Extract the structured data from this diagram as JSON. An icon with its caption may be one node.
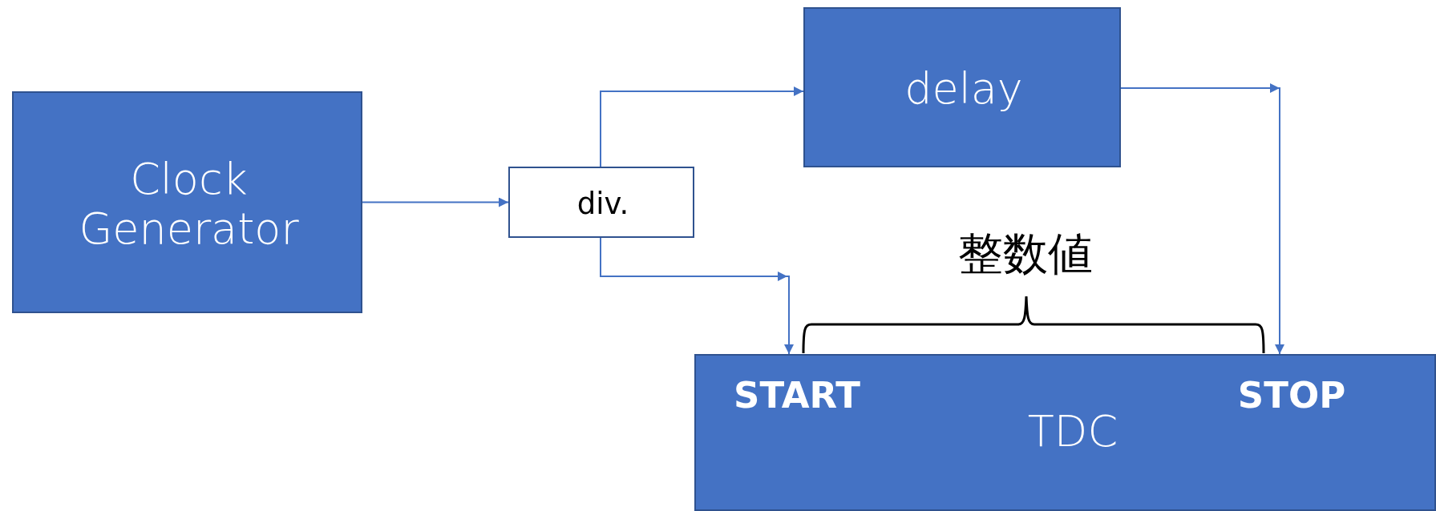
{
  "diagram": {
    "nodes": [
      {
        "text": [
          "Clock Generator"
        ]
      },
      {
        "text": [
          "div."
        ]
      },
      {
        "text": [
          "delay"
        ]
      },
      {
        "text": [
          "START",
          "STOP",
          "TDC"
        ]
      }
    ],
    "edges": [
      {
        "from": 0,
        "to": 1,
        "arrow": "to"
      },
      {
        "from": 1,
        "to": 2,
        "arrow": "to"
      },
      {
        "from": 1,
        "to": 3,
        "arrow": "to"
      },
      {
        "from": 2,
        "to": 3,
        "arrow": "to"
      }
    ],
    "labels": [
      "整数値"
    ]
  }
}
